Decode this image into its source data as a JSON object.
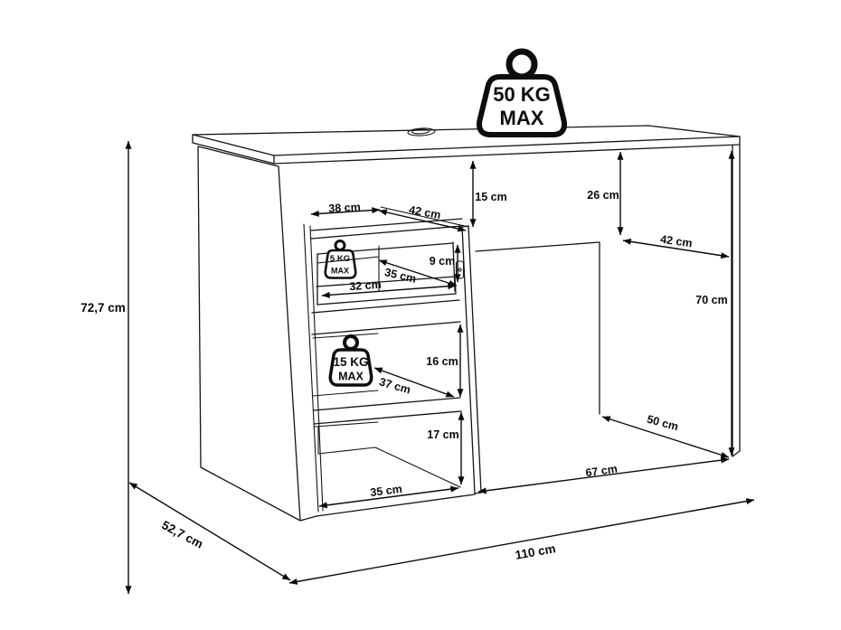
{
  "diagram": {
    "kind": "desk-technical-drawing",
    "line_color": "#141414",
    "background": "#ffffff"
  },
  "weights": {
    "desktop": {
      "line1": "50 KG",
      "line2": "MAX"
    },
    "drawer": {
      "line1": "5 KG",
      "line2": "MAX"
    },
    "shelf": {
      "line1": "15 KG",
      "line2": "MAX"
    }
  },
  "labels": {
    "height": "72,7 cm",
    "depth": "52,7 cm",
    "width": "110 cm",
    "top_back_width": "38 cm",
    "top_depth_left": "42 cm",
    "niche_gap_height": "15 cm",
    "back_panel_height": "26 cm",
    "right_depth": "42 cm",
    "leg_room_height": "70 cm",
    "drawer_inner_height": "9 cm",
    "drawer_inner_depth": "35 cm",
    "drawer_front_width": "32 cm",
    "middle_shelf_height": "16 cm",
    "middle_shelf_depth": "37 cm",
    "bottom_shelf_height": "17 cm",
    "bottom_shelf_width": "35 cm",
    "leg_room_floor_depth": "50 cm",
    "leg_room_width": "67 cm"
  }
}
